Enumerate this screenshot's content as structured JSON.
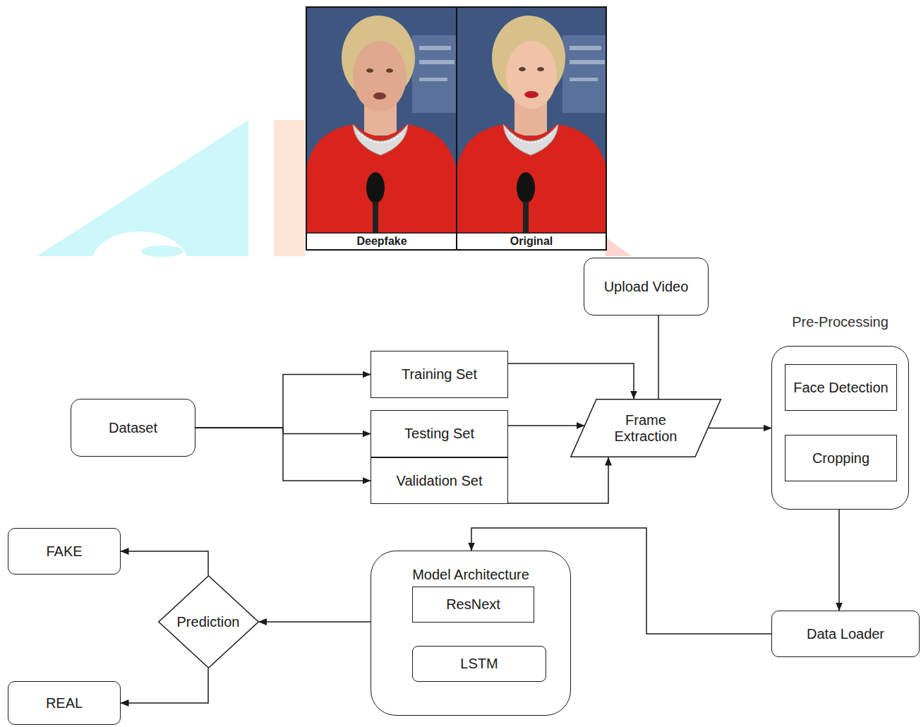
{
  "diagram": {
    "nodes": [
      {
        "text": [
          "Upload Video"
        ]
      },
      {
        "text": [
          "Pre-Processing"
        ]
      },
      {
        "text": [
          "Face Detection"
        ],
        "in": 1
      },
      {
        "text": [
          "Cropping"
        ],
        "in": 1
      },
      {
        "text": [
          "Dataset"
        ]
      },
      {
        "text": [
          "Training Set"
        ]
      },
      {
        "text": [
          "Testing Set"
        ]
      },
      {
        "text": [
          "Validation Set"
        ]
      },
      {
        "text": [
          "Frame Extraction"
        ]
      },
      {
        "text": [
          "FAKE"
        ]
      },
      {
        "text": [
          "Model Architecture"
        ]
      },
      {
        "text": [
          "ResNext"
        ],
        "in": 10
      },
      {
        "text": [
          "LSTM"
        ],
        "in": 10
      },
      {
        "text": [
          "Prediction"
        ]
      },
      {
        "text": [
          "REAL"
        ]
      },
      {
        "text": [
          "Data Loader"
        ]
      }
    ],
    "edges": [
      {
        "from": 4,
        "to": 5,
        "arrow": "to"
      },
      {
        "from": 4,
        "to": 6,
        "arrow": "to"
      },
      {
        "from": 4,
        "to": 7,
        "arrow": "to"
      },
      {
        "from": 5,
        "to": 8,
        "arrow": "to"
      },
      {
        "from": 6,
        "to": 8,
        "arrow": "to"
      },
      {
        "from": 7,
        "to": 8,
        "arrow": "to"
      },
      {
        "from": 0,
        "to": 8,
        "arrow": "none"
      },
      {
        "from": 8,
        "to": 1,
        "arrow": "to"
      },
      {
        "from": 1,
        "to": 15,
        "arrow": "to"
      },
      {
        "from": 15,
        "to": 10,
        "arrow": "to"
      },
      {
        "from": 11,
        "to": 12,
        "arrow": "to"
      },
      {
        "from": 10,
        "to": 13,
        "arrow": "to"
      },
      {
        "from": 13,
        "to": 9,
        "arrow": "to"
      },
      {
        "from": 13,
        "to": 14,
        "arrow": "to"
      }
    ],
    "labels": [
      "Deepfake",
      "Original"
    ]
  }
}
